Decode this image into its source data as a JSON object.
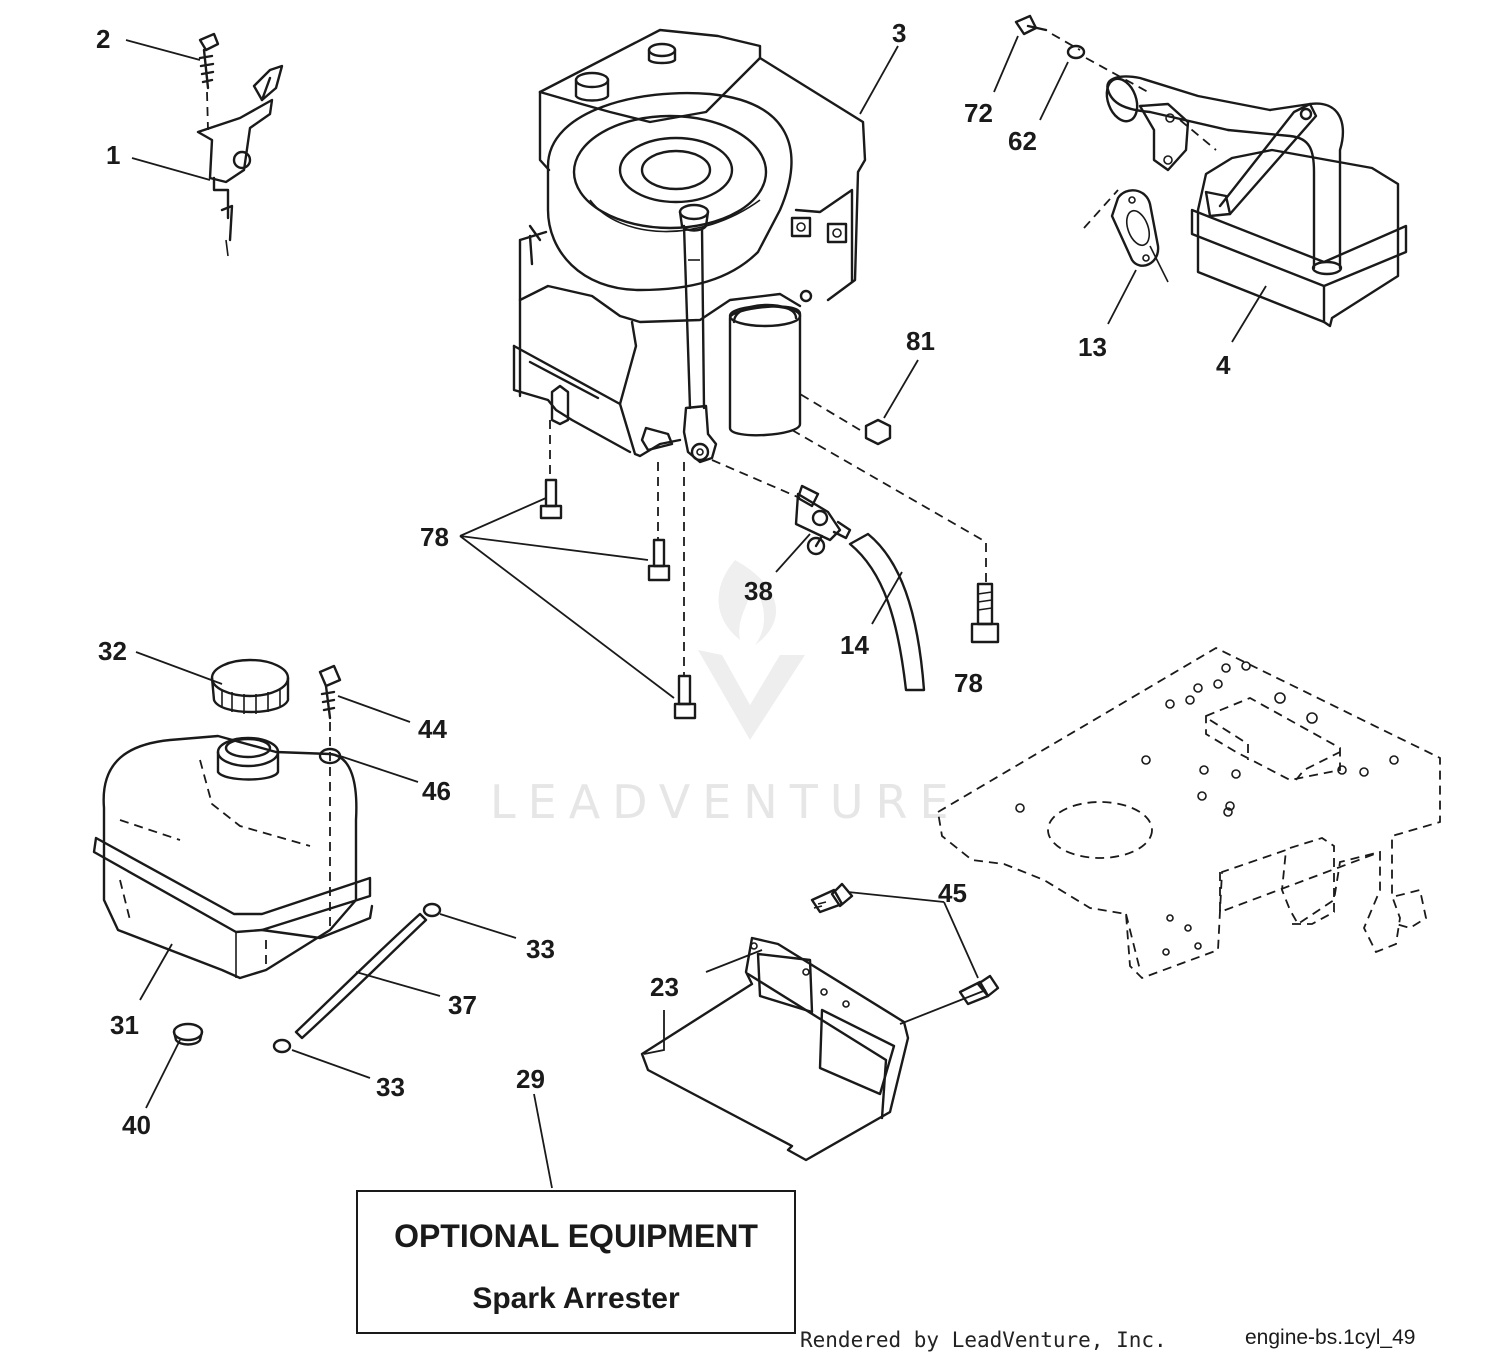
{
  "watermark": "LEADVENTURE",
  "callouts": [
    {
      "id": "c1",
      "label": "1"
    },
    {
      "id": "c2",
      "label": "2"
    },
    {
      "id": "c3",
      "label": "3"
    },
    {
      "id": "c72",
      "label": "72"
    },
    {
      "id": "c62",
      "label": "62"
    },
    {
      "id": "c13",
      "label": "13"
    },
    {
      "id": "c4",
      "label": "4"
    },
    {
      "id": "c81",
      "label": "81"
    },
    {
      "id": "c78a",
      "label": "78"
    },
    {
      "id": "c38",
      "label": "38"
    },
    {
      "id": "c14",
      "label": "14"
    },
    {
      "id": "c78b",
      "label": "78"
    },
    {
      "id": "c32",
      "label": "32"
    },
    {
      "id": "c44",
      "label": "44"
    },
    {
      "id": "c46",
      "label": "46"
    },
    {
      "id": "c45",
      "label": "45"
    },
    {
      "id": "c33a",
      "label": "33"
    },
    {
      "id": "c37",
      "label": "37"
    },
    {
      "id": "c31",
      "label": "31"
    },
    {
      "id": "c23",
      "label": "23"
    },
    {
      "id": "c33b",
      "label": "33"
    },
    {
      "id": "c40",
      "label": "40"
    },
    {
      "id": "c29",
      "label": "29"
    }
  ],
  "optional_box": {
    "title": "OPTIONAL EQUIPMENT",
    "subtitle": "Spark Arrester"
  },
  "footer": {
    "rendered_by": "Rendered by LeadVenture, Inc.",
    "diagram_code": "engine-bs.1cyl_49"
  }
}
